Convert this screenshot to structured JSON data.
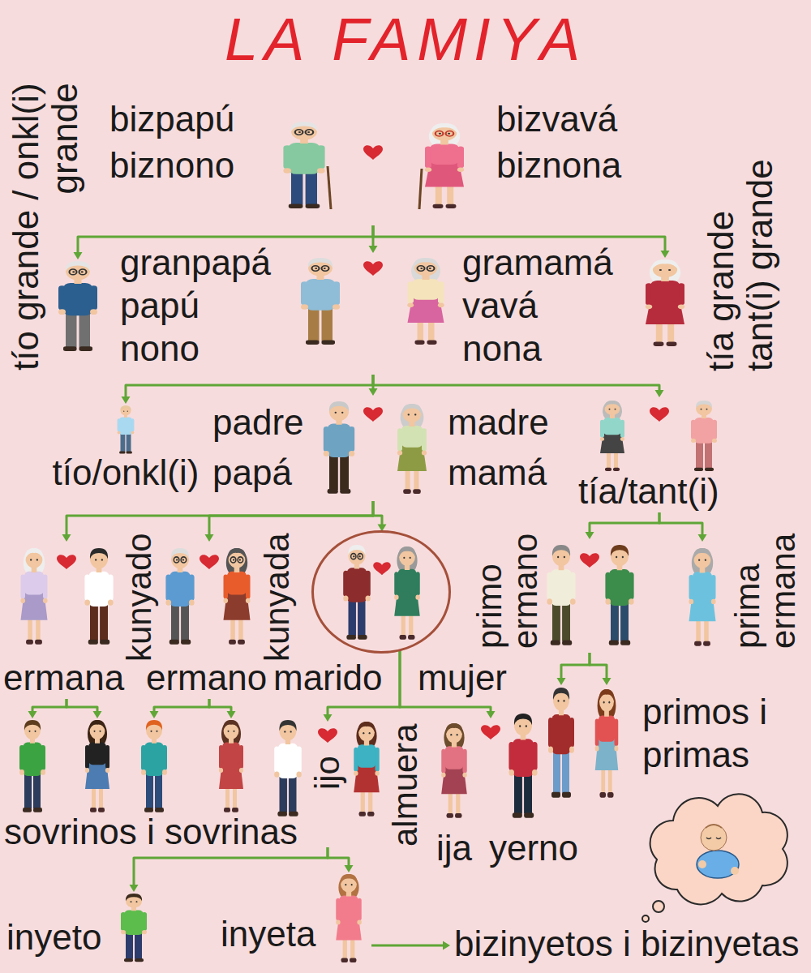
{
  "diagram": {
    "title": "LA FAMIYA",
    "nodes": [
      {
        "text": [
          "bizpapú biznono",
          "bizvavá biznona"
        ]
      },
      {
        "text": [
          "tío grande / onkl(i) grande"
        ]
      },
      {
        "text": [
          "granpapá papú nono",
          "gramamá vavá nona"
        ]
      },
      {
        "text": [
          "tía grande tant(i) grande"
        ]
      },
      {
        "text": [
          "tío/onkl(i)"
        ]
      },
      {
        "text": [
          "padre papá",
          "madre mamá"
        ]
      },
      {
        "text": [
          "tía/tant(i)"
        ]
      },
      {
        "text": [
          "ermana",
          "kunyado"
        ]
      },
      {
        "text": [
          "ermano",
          "kunyada"
        ]
      },
      {
        "text": [
          "marido",
          "mujer"
        ]
      },
      {
        "text": [
          "primo ermano"
        ]
      },
      {
        "text": [
          "prima ermana"
        ]
      },
      {
        "text": [
          "sovrinos i sovrinas"
        ]
      },
      {
        "text": [
          "ijo",
          "almuera"
        ]
      },
      {
        "text": [
          "ija",
          "yerno"
        ]
      },
      {
        "text": [
          "primos i primas"
        ]
      },
      {
        "text": [
          "inyeto"
        ]
      },
      {
        "text": [
          "inyeta"
        ]
      },
      {
        "text": [
          "bizinyetos i bizinyetas"
        ]
      }
    ],
    "edges": [
      {
        "from": 0,
        "to": 1,
        "arrow": "to"
      },
      {
        "from": 0,
        "to": 2,
        "arrow": "to"
      },
      {
        "from": 0,
        "to": 3,
        "arrow": "to"
      },
      {
        "from": 2,
        "to": 4,
        "arrow": "to"
      },
      {
        "from": 2,
        "to": 5,
        "arrow": "to"
      },
      {
        "from": 2,
        "to": 6,
        "arrow": "to"
      },
      {
        "from": 5,
        "to": 7,
        "arrow": "to"
      },
      {
        "from": 5,
        "to": 8,
        "arrow": "to"
      },
      {
        "from": 5,
        "to": 9,
        "arrow": "to"
      },
      {
        "from": 6,
        "to": 10,
        "arrow": "to"
      },
      {
        "from": 6,
        "to": 11,
        "arrow": "to"
      },
      {
        "from": 7,
        "to": 12,
        "arrow": "to"
      },
      {
        "from": 8,
        "to": 12,
        "arrow": "to"
      },
      {
        "from": 9,
        "to": 13,
        "arrow": "to"
      },
      {
        "from": 9,
        "to": 14,
        "arrow": "to"
      },
      {
        "from": 10,
        "to": 15,
        "arrow": "to"
      },
      {
        "from": 13,
        "to": 16,
        "arrow": "to"
      },
      {
        "from": 13,
        "to": 17,
        "arrow": "to"
      },
      {
        "from": 17,
        "to": 18,
        "arrow": "to"
      }
    ]
  }
}
